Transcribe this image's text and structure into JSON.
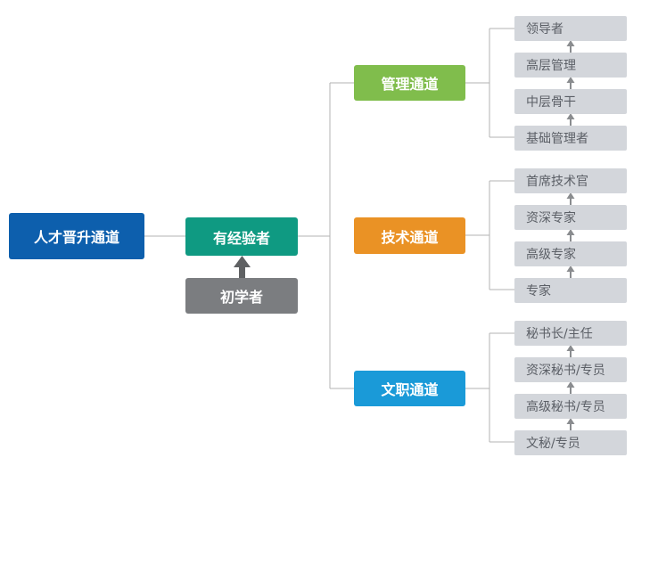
{
  "diagram": {
    "root": {
      "label": "人才晋升通道",
      "color": "#0d5fad"
    },
    "experienced": {
      "label": "有经验者",
      "color": "#0f9a82"
    },
    "beginner": {
      "label": "初学者",
      "color": "#7b7d80"
    },
    "channels": [
      {
        "label": "管理通道",
        "color": "#80bd4c",
        "levels": [
          "领导者",
          "高层管理",
          "中层骨干",
          "基础管理者"
        ]
      },
      {
        "label": "技术通道",
        "color": "#ea9225",
        "levels": [
          "首席技术官",
          "资深专家",
          "高级专家",
          "专家"
        ]
      },
      {
        "label": "文职通道",
        "color": "#1a9ad8",
        "levels": [
          "秘书长/主任",
          "资深秘书/专员",
          "高级秘书/专员",
          "文秘/专员"
        ]
      }
    ],
    "colors": {
      "leaf_bg": "#d3d6db",
      "leaf_text": "#5b5f66",
      "connector": "#b3b3b3",
      "arrow": "#8a8c8f",
      "beginner_arrow": "#5f6163"
    }
  }
}
